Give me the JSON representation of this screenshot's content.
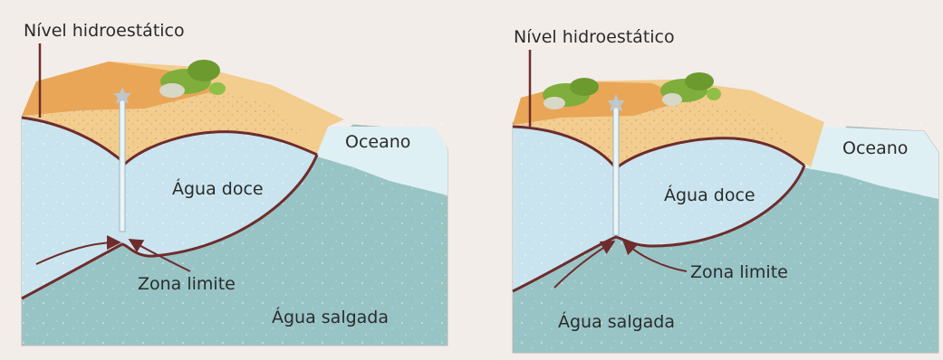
{
  "panels": [
    {
      "id": "left",
      "labels": {
        "water_table": "Nível hidroestático",
        "ocean": "Oceano",
        "fresh_water": "Água doce",
        "boundary_zone": "Zona limite",
        "salt_water": "Água salgada"
      }
    },
    {
      "id": "right",
      "labels": {
        "water_table": "Nível hidroestático",
        "ocean": "Oceano",
        "fresh_water": "Água doce",
        "boundary_zone": "Zona limite",
        "salt_water": "Água salgada"
      }
    }
  ],
  "colors": {
    "page_background": "#f3ede9",
    "fresh_water": "#c9e4ee",
    "salt_water": "#98c4c6",
    "ocean": "#dff0f4",
    "topsoil": "#e9a657",
    "sand": "#f2cd8e",
    "soil_dots": "#d9a89a",
    "boundary_line": "#6e2c2c",
    "well_pipe": "#e9f4f8",
    "vegetation": "#7fae3c"
  }
}
